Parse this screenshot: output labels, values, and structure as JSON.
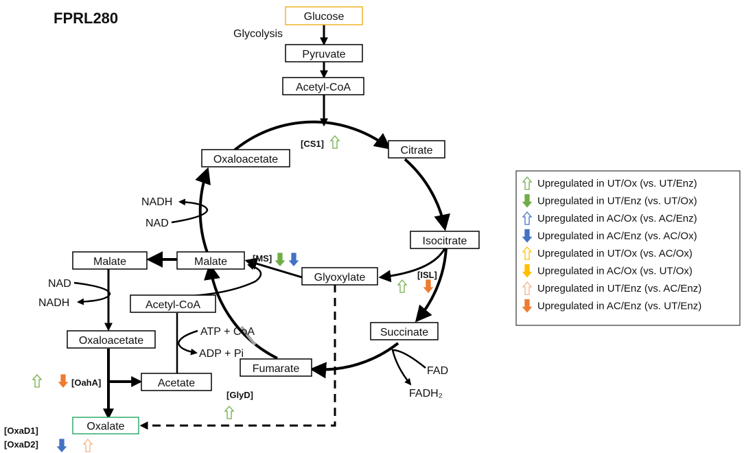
{
  "title": "FPRL280",
  "process_label": "Glycolysis",
  "boxes": {
    "glucose": "Glucose",
    "pyruvate": "Pyruvate",
    "acetyl_coa_top": "Acetyl-CoA",
    "citrate": "Citrate",
    "isocitrate": "Isocitrate",
    "succinate": "Succinate",
    "fumarate": "Fumarate",
    "malate_cycle": "Malate",
    "oxaloacetate_cycle": "Oxaloacetate",
    "glyoxylate": "Glyoxylate",
    "acetyl_coa_side": "Acetyl-CoA",
    "malate_side": "Malate",
    "oxaloacetate_side": "Oxaloacetate",
    "acetate": "Acetate",
    "oxalate": "Oxalate"
  },
  "cofactors": {
    "nadh_top": "NADH",
    "nad_top": "NAD",
    "nad_left": "NAD",
    "nadh_left": "NADH",
    "atp_coa": "ATP + CoA",
    "adp_pi": "ADP + Pi",
    "fad": "FAD",
    "fadh2": "FADH₂"
  },
  "enzymes": {
    "cs1": "[CS1]",
    "ms": "[MS]",
    "isl": "[ISL]",
    "oaha": "[OahA]",
    "glyd": "[GlyD]",
    "oxad1": "[OxaD1]",
    "oxad2": "[OxaD2]"
  },
  "regulation": {
    "cs1": [
      "up_ut_ox_vs_ut_enz"
    ],
    "ms": [
      "up_ut_enz_vs_ut_ox",
      "up_ac_enz_vs_ac_ox"
    ],
    "isl": [
      "up_ut_ox_vs_ut_enz",
      "up_ac_enz_vs_ut_enz"
    ],
    "oaha": [
      "up_ut_ox_vs_ut_enz",
      "up_ac_enz_vs_ut_enz"
    ],
    "glyd": [
      "up_ut_ox_vs_ut_enz"
    ],
    "oxad": [
      "up_ac_enz_vs_ac_ox",
      "up_ut_enz_vs_ac_enz"
    ]
  },
  "legend": [
    {
      "key": "up_ut_ox_vs_ut_enz",
      "label": "Upregulated in UT/Ox (vs. UT/Enz)",
      "color": "#70ad47",
      "filled": false
    },
    {
      "key": "up_ut_enz_vs_ut_ox",
      "label": "Upregulated in UT/Enz (vs. UT/Ox)",
      "color": "#70ad47",
      "filled": true
    },
    {
      "key": "up_ac_ox_vs_ac_enz",
      "label": "Upregulated in AC/Ox (vs. AC/Enz)",
      "color": "#4472c4",
      "filled": false
    },
    {
      "key": "up_ac_enz_vs_ac_ox",
      "label": "Upregulated in AC/Enz (vs. AC/Ox)",
      "color": "#4472c4",
      "filled": true
    },
    {
      "key": "up_ut_ox_vs_ac_ox",
      "label": "Upregulated in UT/Ox (vs. AC/Ox)",
      "color": "#ffc000",
      "filled": false
    },
    {
      "key": "up_ac_ox_vs_ut_ox",
      "label": "Upregulated in AC/Ox (vs. UT/Ox)",
      "color": "#ffc000",
      "filled": true
    },
    {
      "key": "up_ut_enz_vs_ac_enz",
      "label": "Upregulated in UT/Enz (vs. AC/Enz)",
      "color": "#f4b183",
      "filled": false
    },
    {
      "key": "up_ac_enz_vs_ut_enz",
      "label": "Upregulated in AC/Enz (vs. UT/Enz)",
      "color": "#ed7d31",
      "filled": true
    }
  ],
  "colors": {
    "glucose_border": "#f0b429",
    "oxalate_border": "#2eaa6b",
    "line": "#000000",
    "grey_arc": "#a6a6a6"
  }
}
